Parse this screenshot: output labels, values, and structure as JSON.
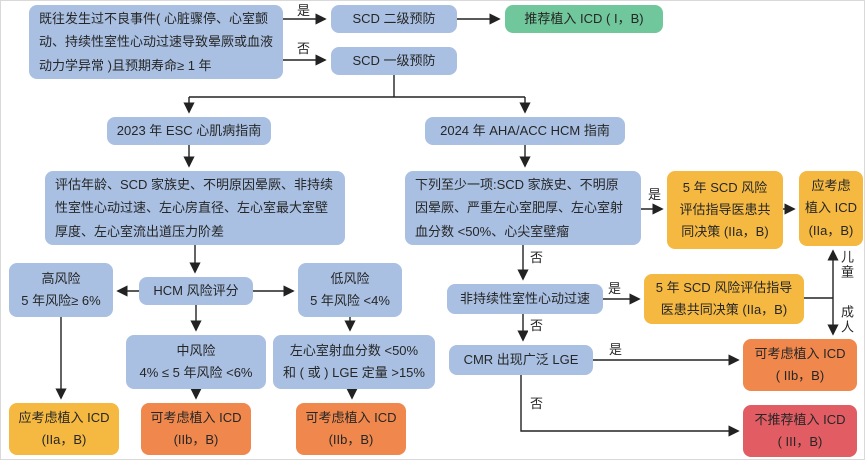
{
  "colors": {
    "box_blue": "#a9c0e3",
    "box_green": "#71c79c",
    "box_yellow": "#f5b942",
    "box_orange": "#f0884d",
    "box_red": "#e15d63",
    "line": "#222222",
    "text": "#262626",
    "background": "#ffffff"
  },
  "nodes": {
    "prior_events": "既往发生过不良事件( 心脏骤停、心室颤动、持续性室性心动过速导致晕厥或血液动力学异常 )且预期寿命≥ 1 年",
    "scd_secondary": "SCD 二级预防",
    "scd_primary": "SCD 一级预防",
    "recommend_icd": "推荐植入 ICD ( I，B)",
    "esc_guideline": "2023 年 ESC 心肌病指南",
    "aha_guideline": "2024 年 AHA/ACC HCM 指南",
    "esc_assess": "评估年龄、SCD 家族史、不明原因晕厥、非持续性室性心动过速、左心房直径、左心室最大室壁厚度、左心室流出道压力阶差",
    "aha_criteria": "下列至少一项:SCD 家族史、不明原因晕厥、严重左心室肥厚、左心室射血分数 <50%、心尖室壁瘤",
    "sdm_top": "5 年 SCD 风险\n评估指导医患共\n同决策 (IIa，B)",
    "consider_icd_top": "应考虑\n植入 ICD\n(IIa，B)",
    "high_risk": "高风险\n5 年风险≥ 6%",
    "hcm_score": "HCM 风险评分",
    "low_risk": "低风险\n5 年风险 <4%",
    "mid_risk": "中风险\n4% ≤ 5 年风险 <6%",
    "lvef_lge": "左心室射血分数 <50%\n和 ( 或 ) LGE 定量 >15%",
    "should_icd": "应考虑植入 ICD\n(IIa，B)",
    "may_icd_mid": "可考虑植入 ICD\n(IIb，B)",
    "may_icd_low": "可考虑植入 ICD\n(IIb，B)",
    "nsvt": "非持续性室性心动过速",
    "sdm_mid": "5 年 SCD 风险评估指导\n医患共同决策 (IIa，B)",
    "cmr_lge": "CMR 出现广泛 LGE",
    "may_icd_cmr": "可考虑植入 ICD\n( IIb，B)",
    "no_icd": "不推荐植入 ICD\n( III，B)"
  },
  "edge_labels": {
    "to_secondary": "是",
    "to_primary": "否",
    "criteria_yes": "是",
    "criteria_no": "否",
    "nsvt_yes": "是",
    "nsvt_no": "否",
    "cmr_yes": "是",
    "cmr_no": "否",
    "child": "儿童",
    "adult": "成人"
  }
}
